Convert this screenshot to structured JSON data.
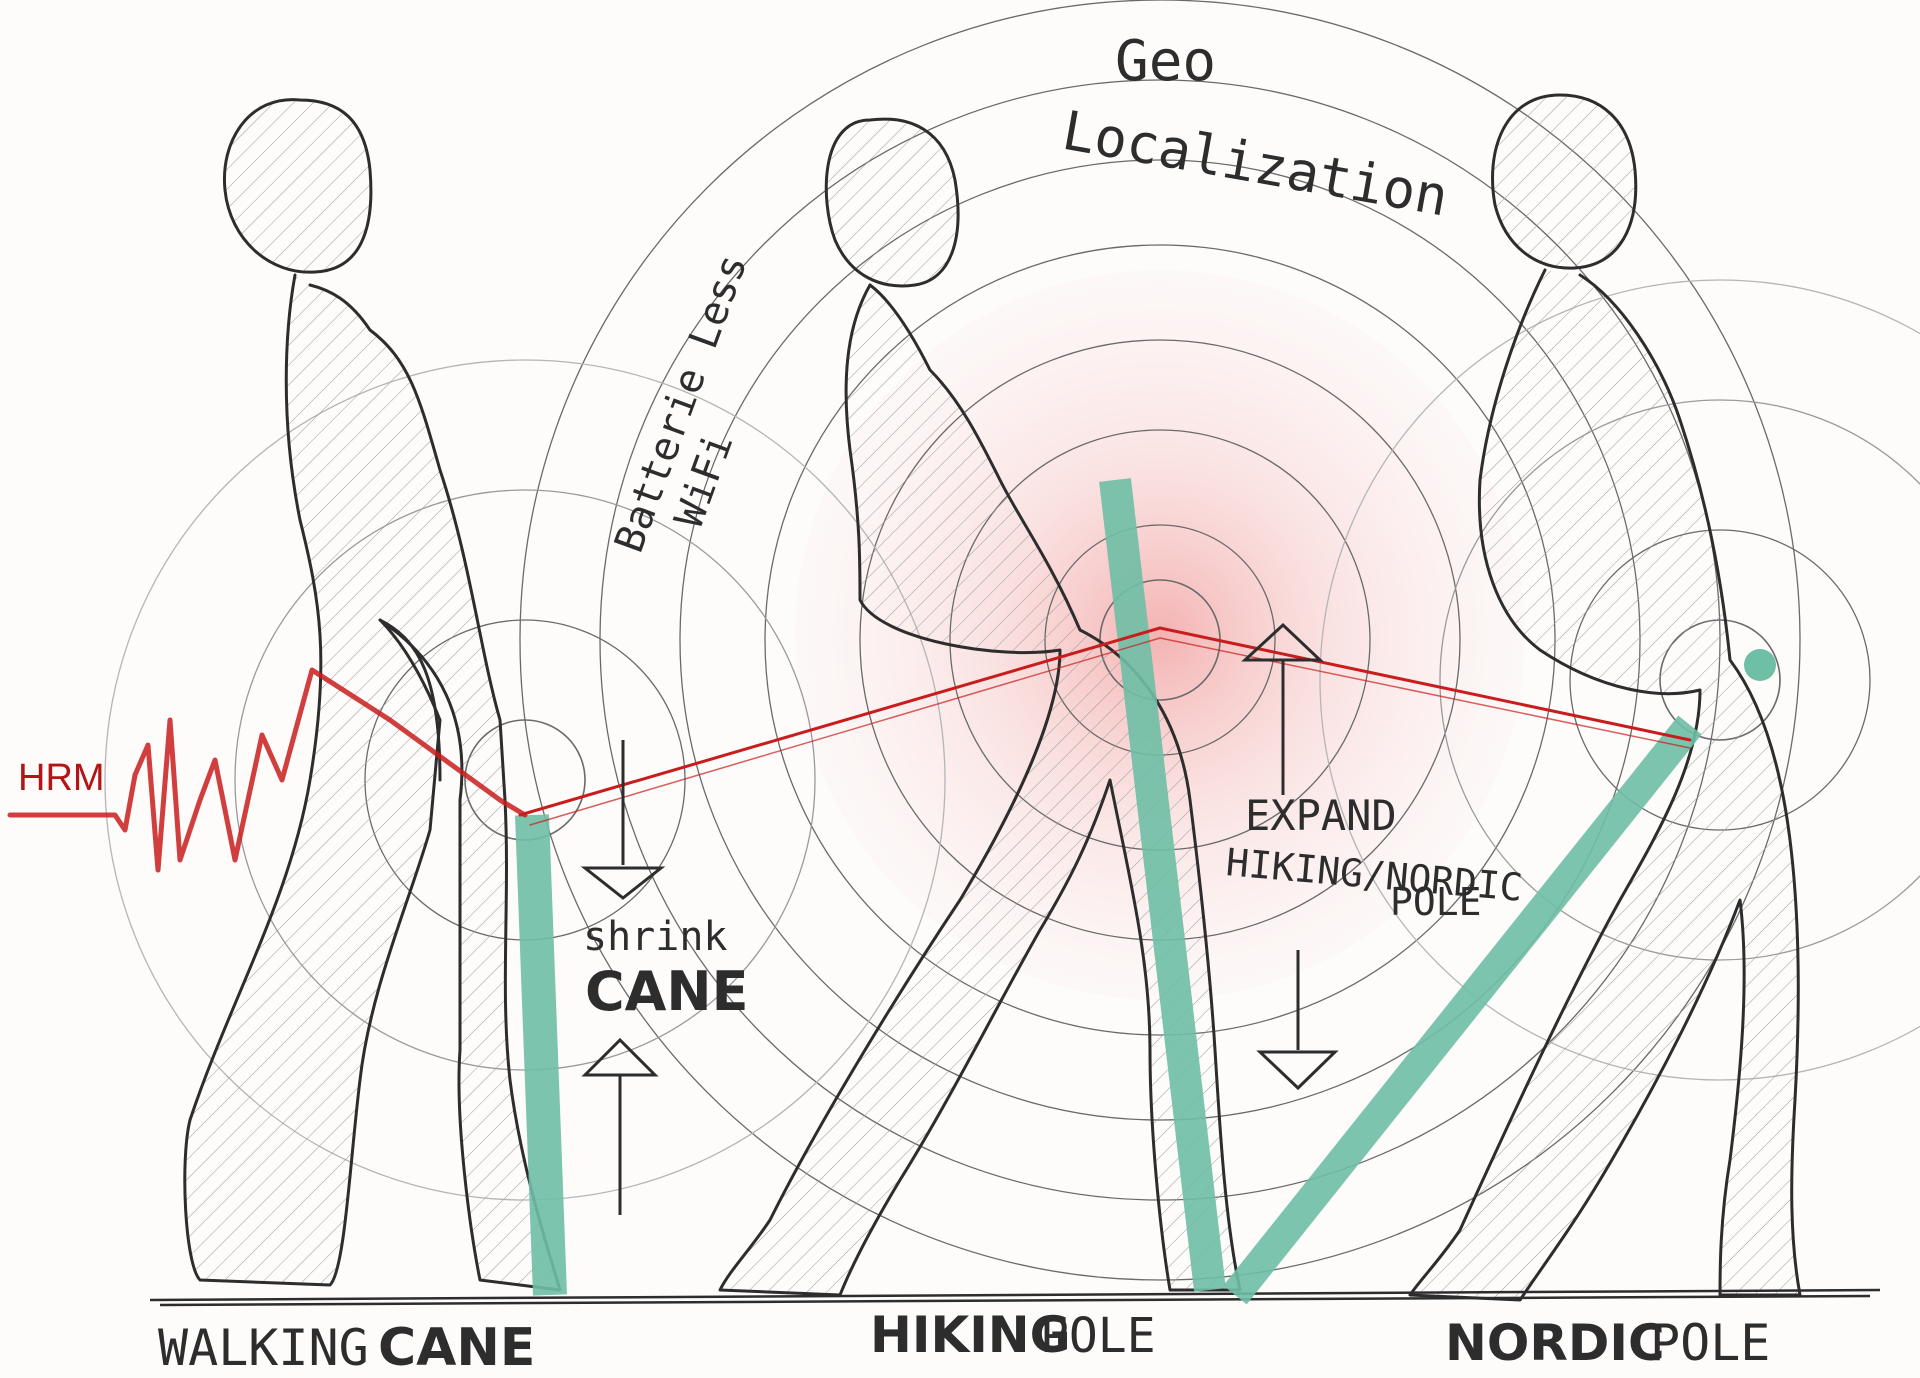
{
  "labels": {
    "geo_line1": "Geo",
    "geo_line2": "Localization",
    "batterie_line1": "Batterie Less",
    "batterie_line2": "WiFi",
    "hrm": "HRM",
    "shrink_line1": "shrink",
    "shrink_line2": "CANE",
    "expand_line1": "EXPAND",
    "expand_line2": "HIKING/NORDIC",
    "expand_line3": "POLE",
    "walking": "WALKING",
    "walking_cane": "CANE",
    "hiking": "HIKING",
    "hiking_pole": "POLE",
    "nordic": "NORDIC",
    "nordic_pole": "POLE"
  },
  "colors": {
    "ink": "#2d2d2d",
    "pole": "#6fbfa6",
    "signal_red": "#c91c1c",
    "glow": "#f6b3b3"
  }
}
